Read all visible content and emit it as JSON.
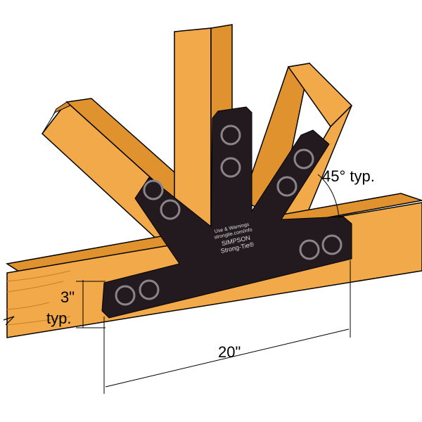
{
  "colors": {
    "wood_light": "#f2a94a",
    "wood_mid": "#e0922f",
    "wood_dark": "#b86e1c",
    "plate": "#231a1f",
    "bolt": "#6a6468"
  },
  "labels": {
    "dim_height": "3\"",
    "dim_height_typ": "typ.",
    "dim_length": "20\"",
    "angle": "45° typ.",
    "plate_warning_1": "Use & Warnings",
    "plate_warning_2": "strongtie.com/info",
    "brand_1": "SIMPSON",
    "brand_2": "Strong-Tie®"
  }
}
